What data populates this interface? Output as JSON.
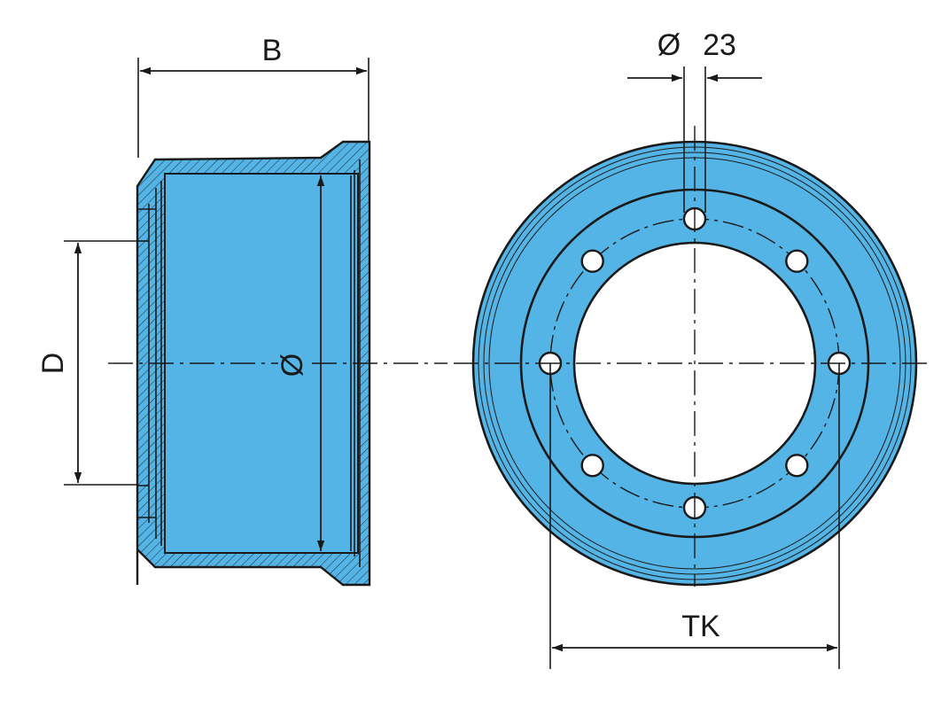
{
  "colors": {
    "body": "#55b4e6",
    "line": "#1a1a1a",
    "background": "#ffffff"
  },
  "labels": {
    "width": "B",
    "inner_diameter_symbol": "Ø",
    "hub_diameter": "D",
    "bolt_hole_diameter_symbol": "Ø",
    "bolt_hole_diameter_value": "23",
    "pitch_circle": "TK"
  },
  "bolt_holes": {
    "count": 8
  }
}
